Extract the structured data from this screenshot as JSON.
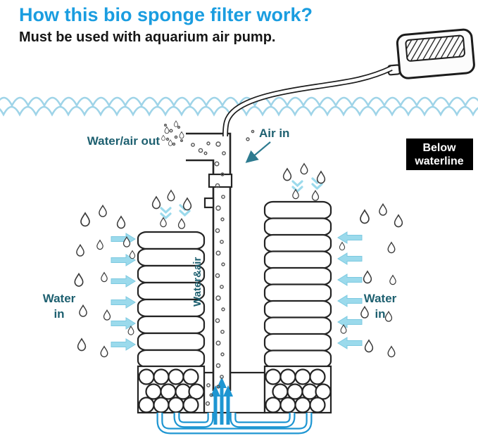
{
  "title": "How this bio sponge filter work?",
  "subtitle": "Must be used with aquarium air pump.",
  "labels": {
    "water_air_out": "Water/air out",
    "air_in": "Air in",
    "below_line1": "Below",
    "below_line2": "waterline",
    "water_in_line1": "Water",
    "water_in_line2": "in",
    "water_and_air": "Water&air"
  },
  "colors": {
    "title": "#1a9de0",
    "label": "#1e6070",
    "wave": "#9fd4e8",
    "arrow": "#9bdaec",
    "pipe": "#1e96d2",
    "callout_bg": "#000000",
    "callout_text": "#ffffff"
  }
}
